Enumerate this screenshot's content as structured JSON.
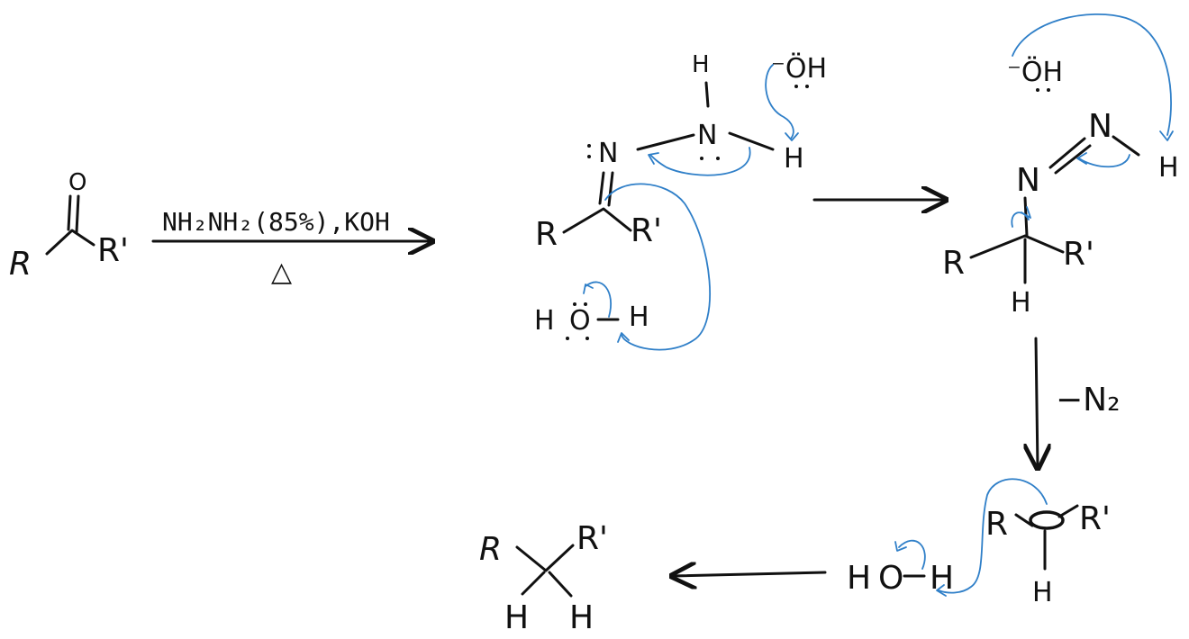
{
  "scheme": {
    "ketone": {
      "O": "O",
      "R": "R",
      "Rp": "R'"
    },
    "conditions": {
      "reagents": "NH₂NH₂(85%),KOH",
      "heat": "△"
    },
    "hydrazone": {
      "H_top": "H",
      "N_right": "N",
      "H_right": "H",
      "N_left": "N",
      "R": "R",
      "Rp": "R'",
      "hydroxide": "⁻ÖH",
      "water_H_left": "H",
      "water_O": "O",
      "water_H_right": "H"
    },
    "diazene": {
      "hydroxide": "⁻ÖH",
      "N_top": "N",
      "N_mid": "N",
      "H_term": "H",
      "R": "R",
      "Rp": "R'",
      "H_bottom": "H"
    },
    "loss": "−N₂",
    "carbanion": {
      "R": "R",
      "Rp": "R'",
      "H": "H"
    },
    "water2": {
      "H": "H",
      "O": "O",
      "H2": "H"
    },
    "alkane": {
      "R": "R",
      "Rp": "R'",
      "H1": "H",
      "H2": "H"
    }
  },
  "colors": {
    "ink": "#111111",
    "curved_arrow": "#2f7fc8"
  }
}
